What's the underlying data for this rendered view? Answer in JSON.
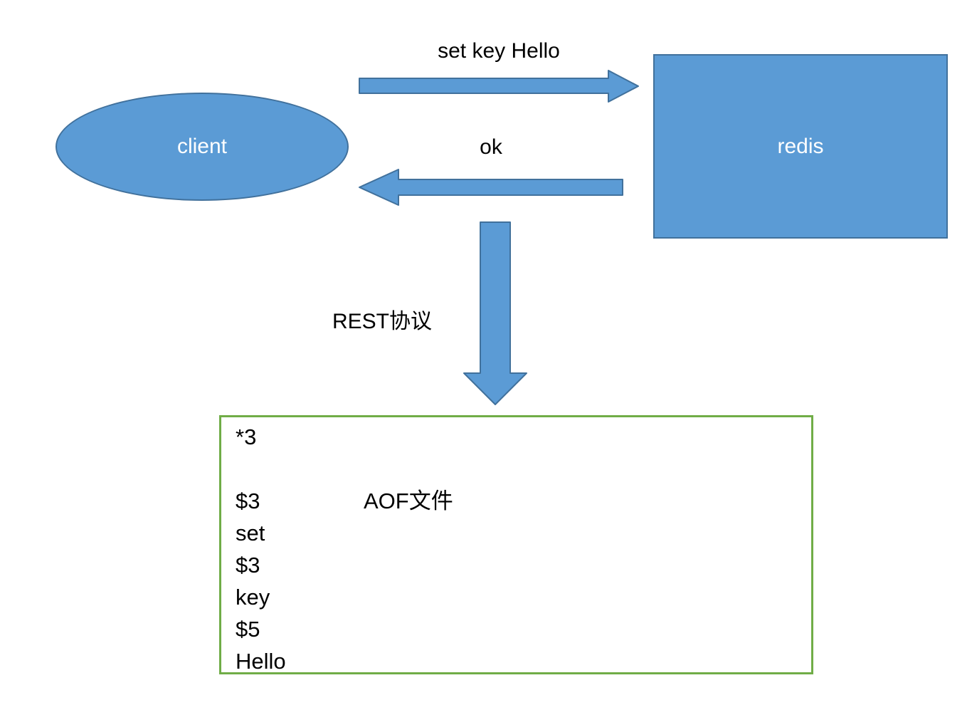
{
  "diagram": {
    "client_label": "client",
    "redis_label": "redis",
    "request_label": "set key Hello",
    "response_label": "ok",
    "protocol_label": "REST协议"
  },
  "aof_box": {
    "title": "AOF文件",
    "lines": [
      "*3",
      "",
      "$3",
      "set",
      "$3",
      "key",
      "$5",
      "Hello"
    ]
  },
  "colors": {
    "shape_fill": "#5b9bd5",
    "shape_border": "#41719c",
    "box_border": "#70ad47",
    "text_dark": "#000000",
    "text_light": "#ffffff",
    "background": "#ffffff"
  }
}
